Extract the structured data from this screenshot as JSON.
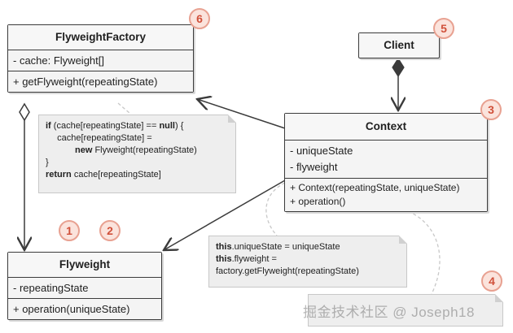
{
  "classes": {
    "flyweight_factory": {
      "name": "FlyweightFactory",
      "fields": [
        "- cache: Flyweight[]"
      ],
      "methods": [
        "+ getFlyweight(repeatingState)"
      ]
    },
    "client": {
      "name": "Client"
    },
    "context": {
      "name": "Context",
      "fields": [
        "- uniqueState",
        "- flyweight"
      ],
      "methods": [
        "+ Context(repeatingState, uniqueState)",
        "+ operation()"
      ]
    },
    "flyweight": {
      "name": "Flyweight",
      "fields": [
        "- repeatingState"
      ],
      "methods": [
        "+ operation(uniqueState)"
      ]
    }
  },
  "notes": {
    "factory_code": {
      "l1_kw": "if",
      "l1_a": " (cache[repeatingState] == ",
      "l1_kw2": "null",
      "l1_b": ") {",
      "l2": "  cache[repeatingState] =",
      "l3_kw": "new",
      "l3_b": " Flyweight(repeatingState)",
      "l4": "}",
      "l5_kw": "return",
      "l5_b": " cache[repeatingState]"
    },
    "context_code": {
      "l1_kw": "this",
      "l1_b": ".uniqueState = uniqueState",
      "l2_kw": "this",
      "l2_b": ".flyweight =",
      "l3": "factory.getFlyweight(repeatingState)"
    }
  },
  "badges": {
    "factory": "6",
    "client": "5",
    "context": "3",
    "b1": "1",
    "b2": "2",
    "b4": "4"
  },
  "watermark": "掘金技术社区 @ Joseph18",
  "colors": {
    "badge_text": "#d0503a",
    "badge_bg": "#fbe3dc",
    "line": "#3b3b3b",
    "dashed": "#c8c8c8"
  }
}
